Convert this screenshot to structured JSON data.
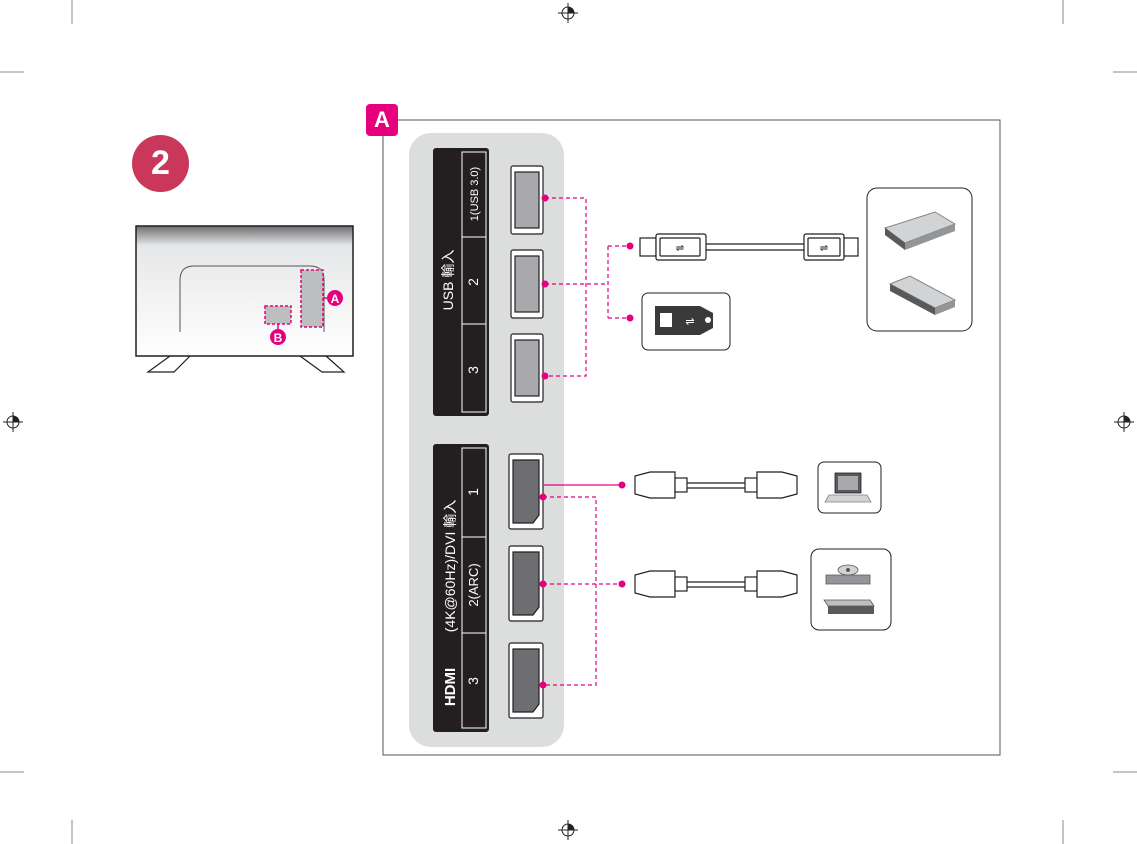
{
  "step": {
    "number": "2"
  },
  "tv": {
    "label_a": "A",
    "label_b": "B"
  },
  "panel": {
    "badge": "A"
  },
  "usb_group": {
    "title": "USB 輸入",
    "ports": [
      "1(USB 3.0)",
      "2",
      "3"
    ]
  },
  "hdmi_group": {
    "logo": "HDMI",
    "title": "(4K@60Hz)/DVI 輸入",
    "ports": [
      "1",
      "2(ARC)",
      "3"
    ]
  },
  "devices": [
    "usb-cable-icon",
    "usb-flash-drive-icon",
    "external-hdd-icon",
    "usb-hub-icon",
    "hdmi-cable-icon",
    "laptop-icon",
    "dvd-player-icon",
    "set-top-box-icon"
  ],
  "colors": {
    "accent": "#e6007e",
    "step": "#c9385a",
    "panel": "#dcdddd",
    "port_bar": "#231f20"
  }
}
